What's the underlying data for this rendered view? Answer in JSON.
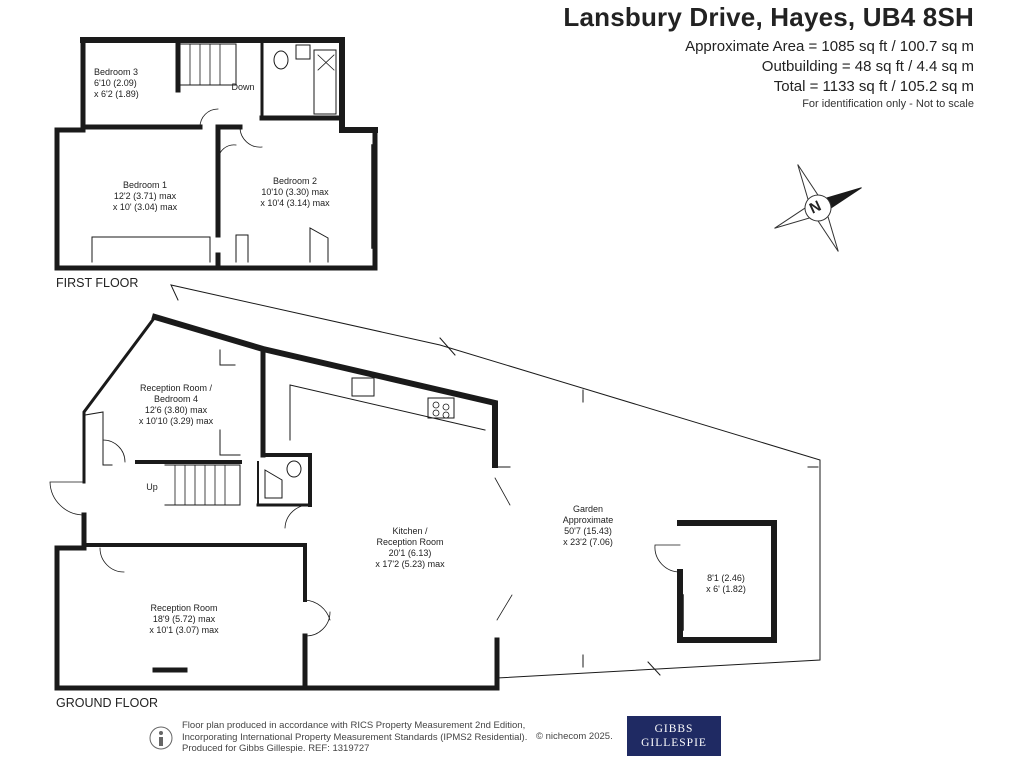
{
  "header": {
    "title": "Lansbury Drive, Hayes, UB4 8SH",
    "area_lines": [
      "Approximate Area = 1085 sq ft / 100.7 sq m",
      "Outbuilding = 48 sq ft / 4.4 sq m",
      "Total = 1133 sq ft / 105.2 sq m"
    ],
    "note": "For identification only - Not to scale"
  },
  "compass": {
    "letter": "N"
  },
  "first_floor": {
    "label": "FIRST FLOOR",
    "rooms": [
      {
        "name": "Bedroom 3",
        "dims": [
          "6'10 (2.09)",
          "x 6'2 (1.89)"
        ]
      },
      {
        "name": "Bedroom 1",
        "dims": [
          "12'2 (3.71) max",
          "x 10' (3.04) max"
        ]
      },
      {
        "name": "Bedroom 2",
        "dims": [
          "10'10 (3.30) max",
          "x 10'4 (3.14) max"
        ]
      }
    ],
    "stairs_label": "Down"
  },
  "ground_floor": {
    "label": "GROUND FLOOR",
    "rooms": [
      {
        "name": "Reception Room /",
        "name2": "Bedroom 4",
        "dims": [
          "12'6 (3.80) max",
          "x 10'10 (3.29) max"
        ]
      },
      {
        "name": "Kitchen /",
        "name2": "Reception Room",
        "dims": [
          "20'1 (6.13)",
          "x 17'2 (5.23) max"
        ]
      },
      {
        "name": "Reception Room",
        "dims": [
          "18'9 (5.72) max",
          "x 10'1 (3.07) max"
        ]
      },
      {
        "name": "Garden",
        "name2": "Approximate",
        "dims": [
          "50'7 (15.43)",
          "x 23'2 (7.06)"
        ]
      },
      {
        "name": "",
        "dims": [
          "8'1 (2.46)",
          "x 6' (1.82)"
        ]
      }
    ],
    "stairs_label": "Up"
  },
  "footer": {
    "lines": [
      "Floor plan produced in accordance with RICS Property Measurement 2nd Edition,",
      "Incorporating International Property Measurement Standards (IPMS2 Residential).",
      "Produced for Gibbs Gillespie.   REF: 1319727"
    ],
    "copyright": "© nichecom 2025.",
    "brand_line1": "GIBBS",
    "brand_line2": "GILLESPIE"
  }
}
